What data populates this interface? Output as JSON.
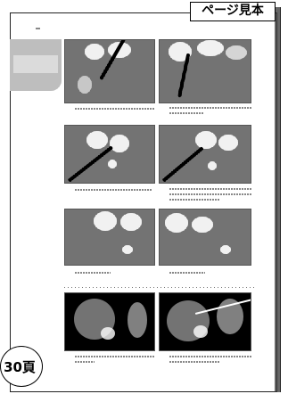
{
  "header": {
    "sample_label": "ページ見本"
  },
  "footer": {
    "page_number": "30頁"
  },
  "photos": [
    {
      "name": "photo-1"
    },
    {
      "name": "photo-2"
    },
    {
      "name": "photo-3"
    },
    {
      "name": "photo-4"
    },
    {
      "name": "photo-5"
    },
    {
      "name": "photo-6"
    },
    {
      "name": "photo-7"
    },
    {
      "name": "photo-8"
    }
  ]
}
